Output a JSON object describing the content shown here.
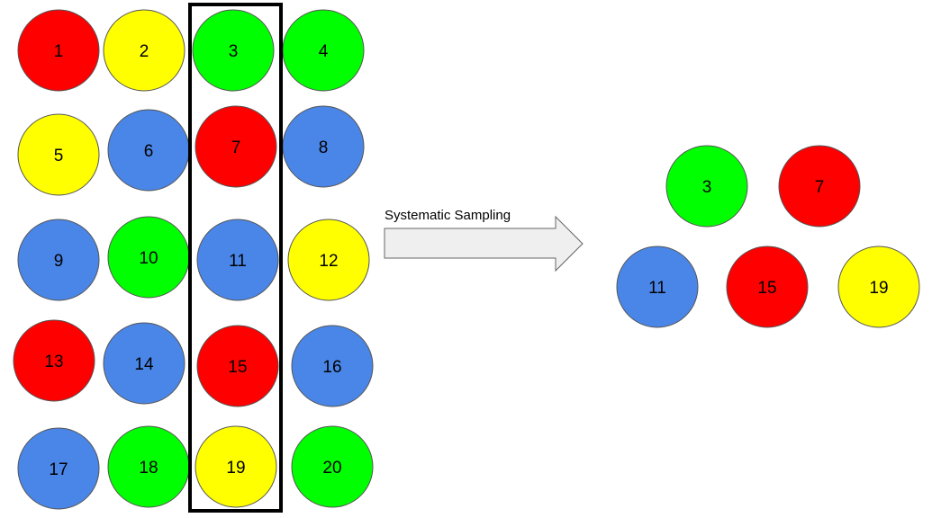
{
  "colors": {
    "red": "#ff0000",
    "yellow": "#ffff00",
    "green": "#00ff00",
    "blue": "#4a86e8",
    "circle_stroke": "#555555",
    "selection_box": "#000000",
    "arrow_fill": "#efefef",
    "arrow_stroke": "#666666",
    "text": "#000000"
  },
  "population": [
    {
      "label": "1",
      "color": "red"
    },
    {
      "label": "2",
      "color": "yellow"
    },
    {
      "label": "3",
      "color": "green"
    },
    {
      "label": "4",
      "color": "green"
    },
    {
      "label": "5",
      "color": "yellow"
    },
    {
      "label": "6",
      "color": "blue"
    },
    {
      "label": "7",
      "color": "red"
    },
    {
      "label": "8",
      "color": "blue"
    },
    {
      "label": "9",
      "color": "blue"
    },
    {
      "label": "10",
      "color": "green"
    },
    {
      "label": "11",
      "color": "blue"
    },
    {
      "label": "12",
      "color": "yellow"
    },
    {
      "label": "13",
      "color": "red"
    },
    {
      "label": "14",
      "color": "blue"
    },
    {
      "label": "15",
      "color": "red"
    },
    {
      "label": "16",
      "color": "blue"
    },
    {
      "label": "17",
      "color": "blue"
    },
    {
      "label": "18",
      "color": "green"
    },
    {
      "label": "19",
      "color": "yellow"
    },
    {
      "label": "20",
      "color": "green"
    }
  ],
  "arrow": {
    "label": "Systematic Sampling"
  },
  "sample": [
    {
      "label": "3",
      "color": "green"
    },
    {
      "label": "7",
      "color": "red"
    },
    {
      "label": "11",
      "color": "blue"
    },
    {
      "label": "15",
      "color": "red"
    },
    {
      "label": "19",
      "color": "yellow"
    }
  ]
}
